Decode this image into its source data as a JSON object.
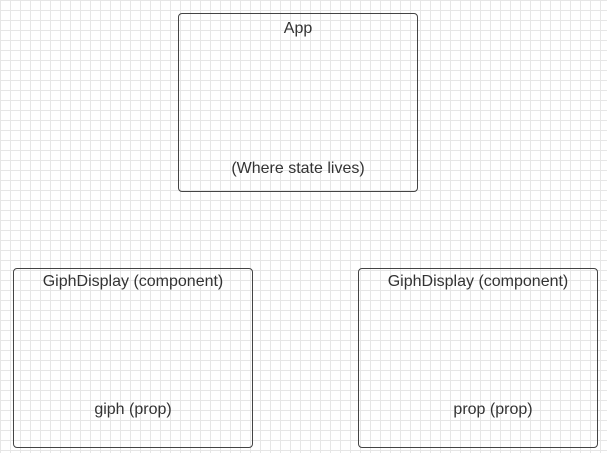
{
  "diagram": {
    "app": {
      "title": "App",
      "note": "(Where state lives)"
    },
    "left_component": {
      "title": "GiphDisplay (component)",
      "note": "giph (prop)"
    },
    "right_component": {
      "title": "GiphDisplay (component)",
      "note": "prop (prop)"
    }
  }
}
